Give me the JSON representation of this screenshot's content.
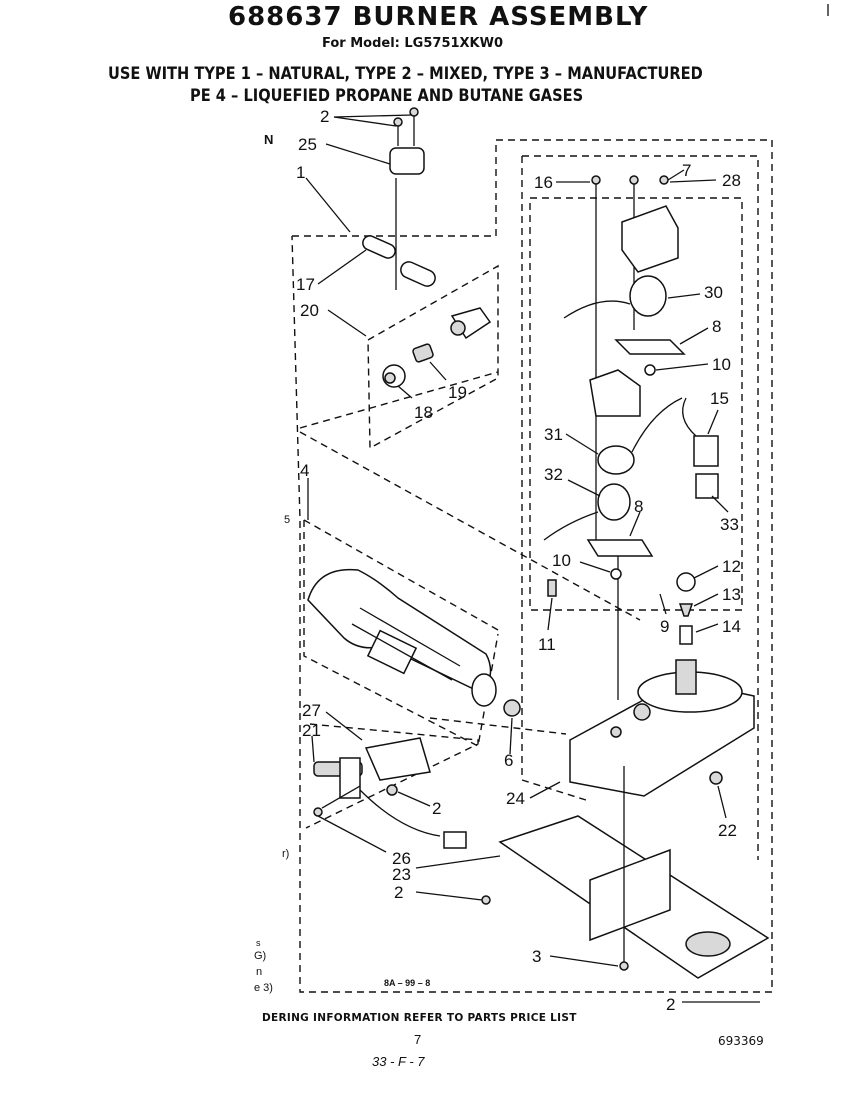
{
  "header": {
    "title": "688637 BURNER ASSEMBLY",
    "model": "For Model: LG5751XKW0",
    "usage_line1": "USE WITH TYPE 1 – NATURAL, TYPE 2 – MIXED, TYPE 3 – MANUFACTURED",
    "usage_line2": "PE 4 – LIQUEFIED PROPANE AND BUTANE GASES"
  },
  "callouts": [
    "2",
    "25",
    "1",
    "17",
    "20",
    "19",
    "18",
    "4",
    "27",
    "21",
    "6",
    "2",
    "26",
    "23",
    "2",
    "3",
    "24",
    "22",
    "16",
    "7",
    "28",
    "30",
    "8",
    "10",
    "15",
    "31",
    "32",
    "33",
    "8",
    "10",
    "11",
    "12",
    "13",
    "9",
    "14",
    "2"
  ],
  "fragments": {
    "left_n": "N",
    "left_5": "5",
    "left_r": "r)",
    "left_s": "s",
    "left_g": "G)",
    "left_n2": "n",
    "left_e3": "e 3)",
    "stamp": "8A – 99 – 8"
  },
  "footer": {
    "ordering_note": "DERING INFORMATION REFER TO PARTS PRICE LIST",
    "page_number": "7",
    "code": "33 - F - 7",
    "drawing_number": "693369"
  }
}
